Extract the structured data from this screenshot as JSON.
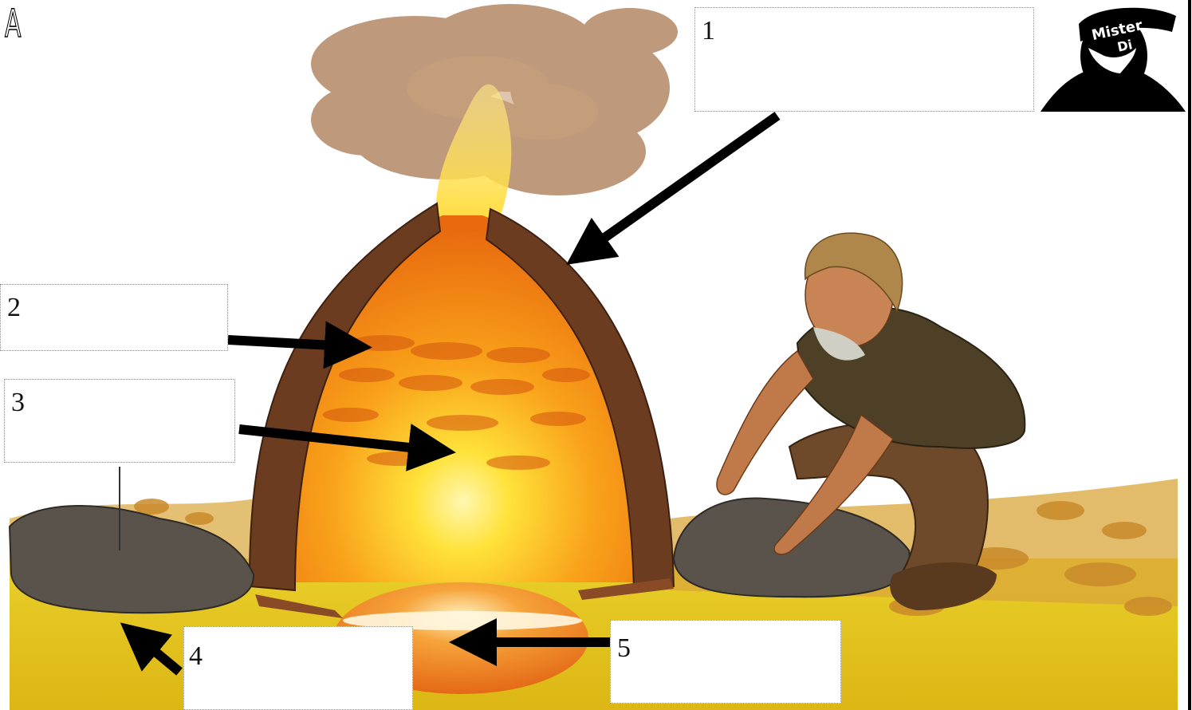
{
  "page_letter": "A",
  "logo_text": "Mister Di",
  "labels": [
    {
      "number": "1",
      "text": ""
    },
    {
      "number": "2",
      "text": ""
    },
    {
      "number": "3",
      "text": ""
    },
    {
      "number": "4",
      "text": ""
    },
    {
      "number": "5",
      "text": ""
    }
  ],
  "colors": {
    "sky": "#ffffff",
    "ground": "#e3c51c",
    "furnace_wall": "#6b3c20",
    "fire_core": "#ffe23a",
    "fire_outer": "#f07d12",
    "smoke": "#b38864",
    "arrow": "#000000"
  }
}
